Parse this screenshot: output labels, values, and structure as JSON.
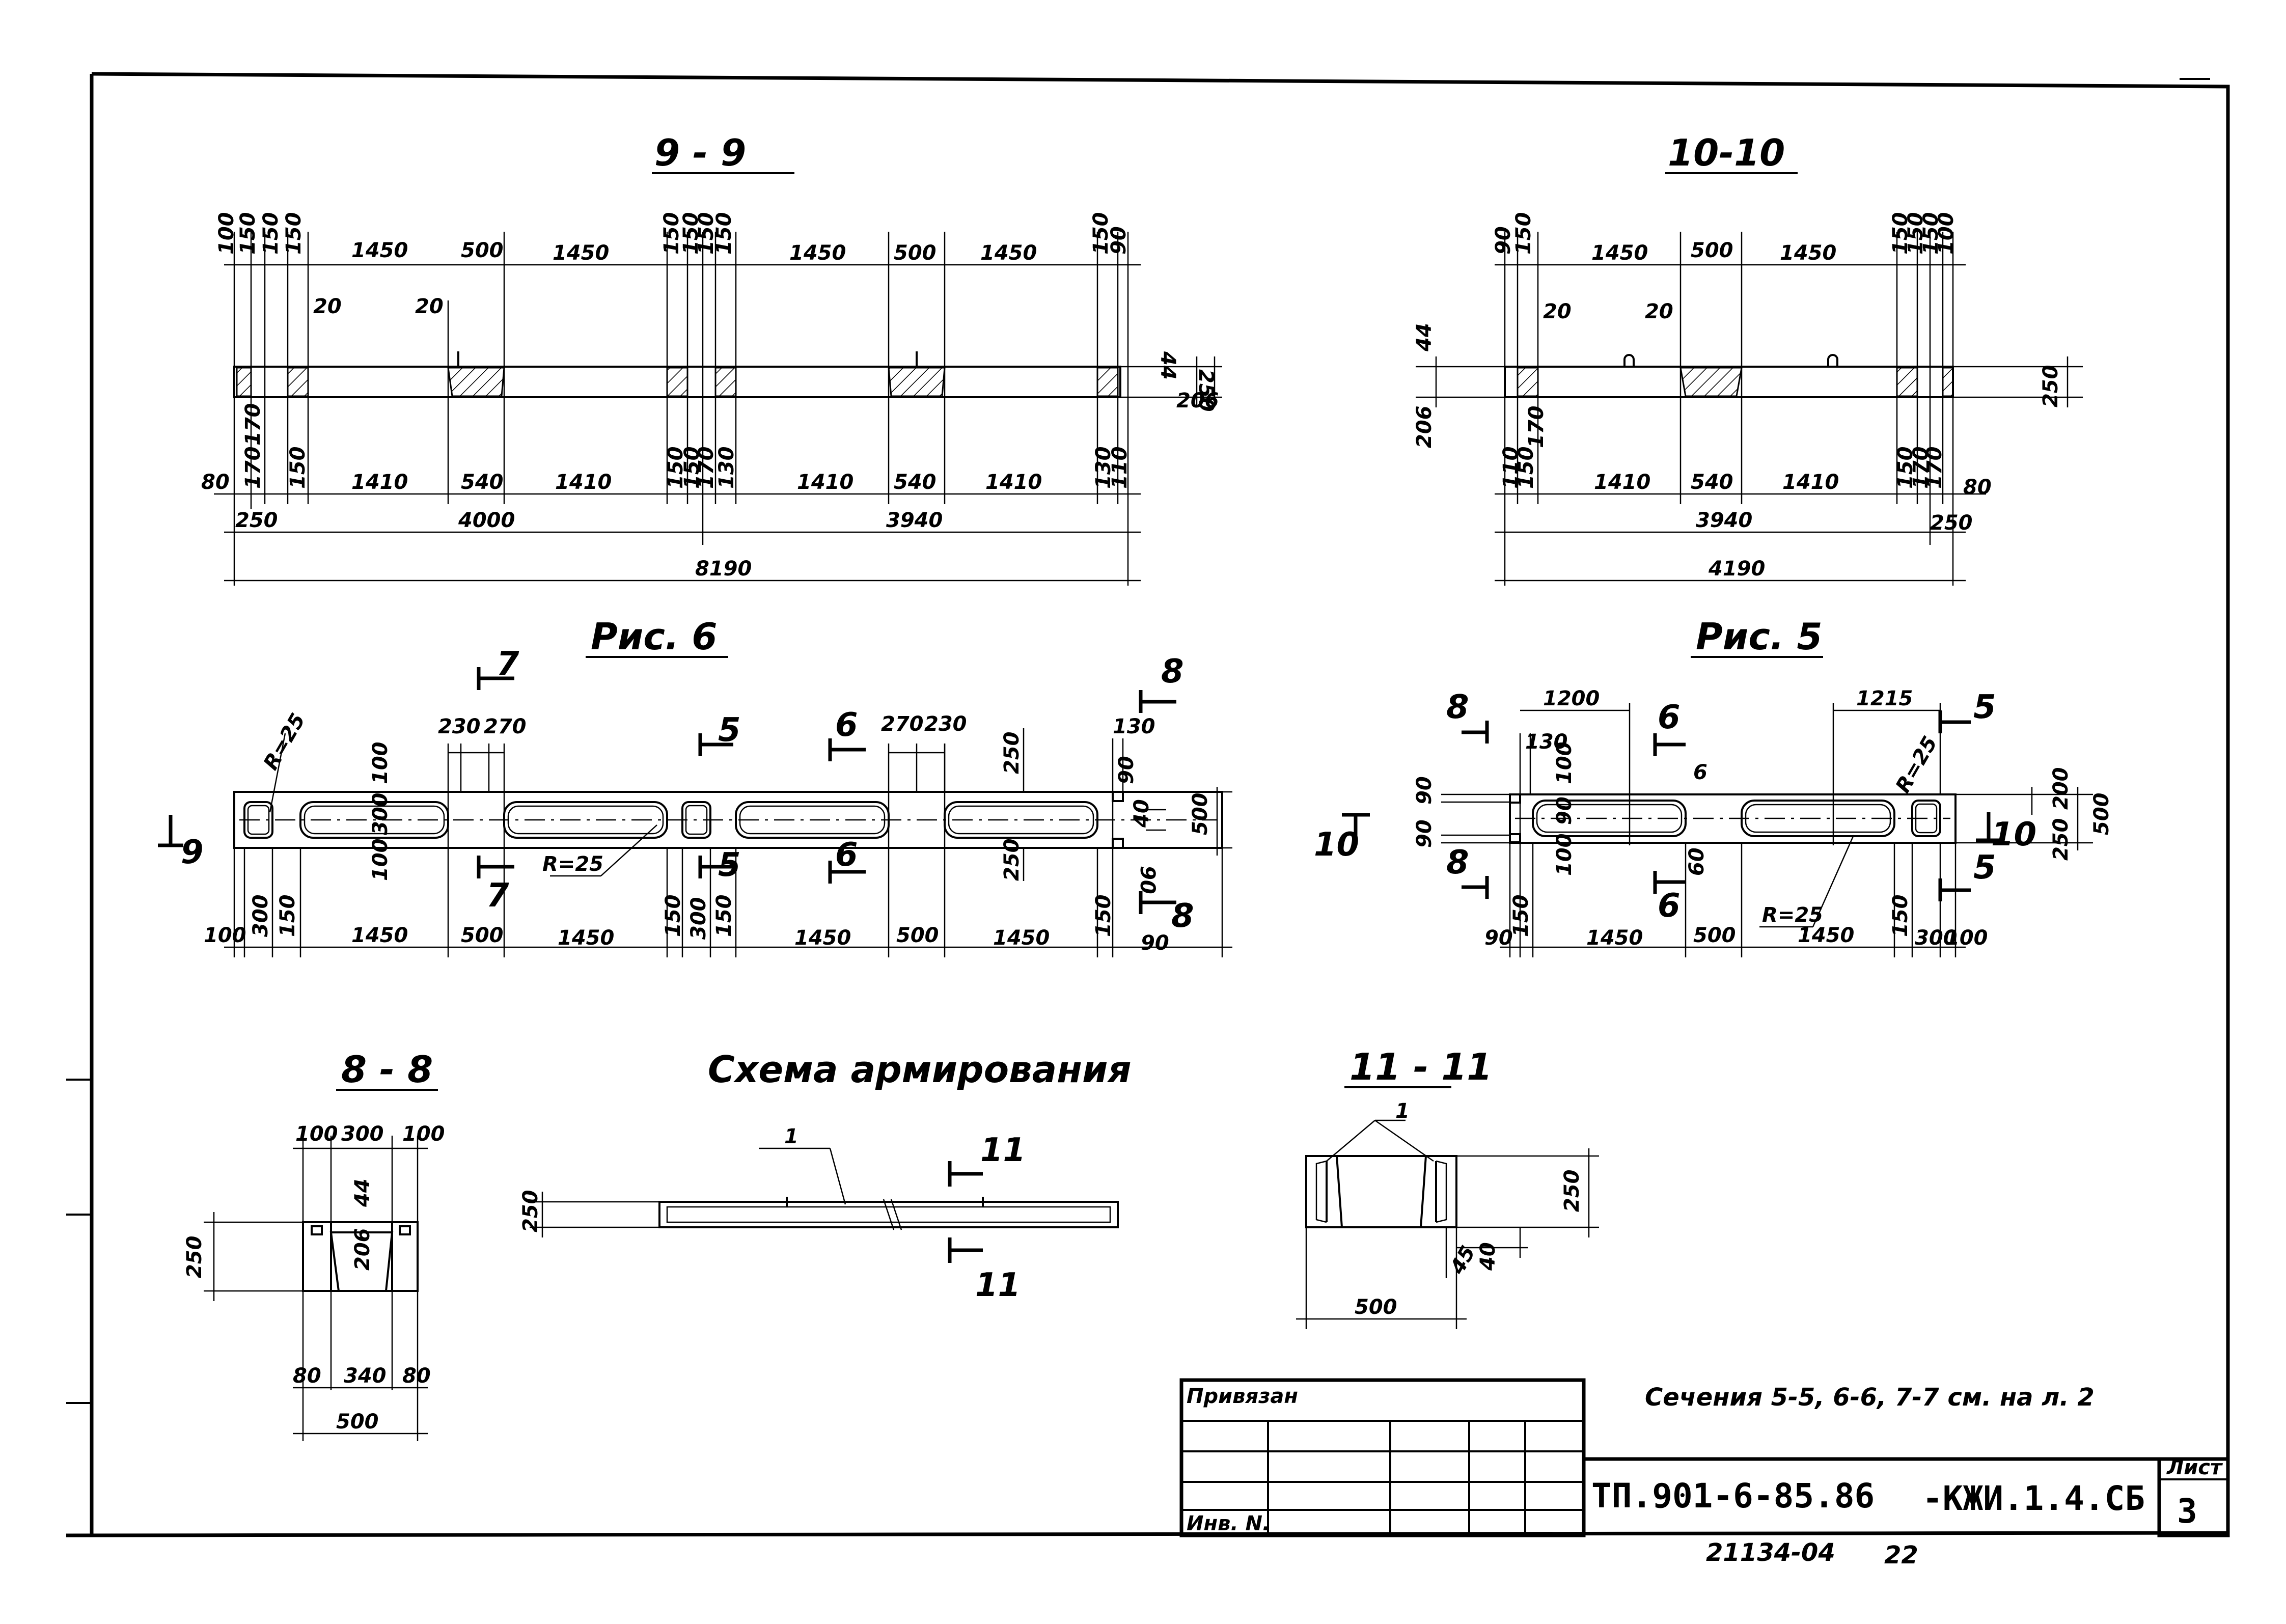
{
  "titles": {
    "s99": "9 - 9",
    "s1010": "10-10",
    "fig6": "Рис. 6",
    "fig5": "Рис. 5",
    "s88": "8 - 8",
    "scheme": "Схема армирования",
    "s1111": "11 - 11"
  },
  "sec99": {
    "top": [
      "100",
      "150",
      "150",
      "150",
      "1450",
      "500",
      "1450",
      "150",
      "150",
      "150",
      "150",
      "1450",
      "500",
      "1450",
      "150",
      "90"
    ],
    "gaps": [
      "20",
      "20"
    ],
    "right": [
      "44",
      "206",
      "250"
    ],
    "bottom": [
      "80",
      "170",
      "170",
      "150",
      "1410",
      "540",
      "1410",
      "150",
      "150",
      "170",
      "130",
      "1410",
      "540",
      "1410",
      "130",
      "110"
    ],
    "mid": [
      "250",
      "4000",
      "3940"
    ],
    "total": "8190"
  },
  "sec1010": {
    "top": [
      "90",
      "150",
      "1450",
      "500",
      "1450",
      "150",
      "150",
      "150",
      "100"
    ],
    "gaps": [
      "20",
      "20"
    ],
    "left": [
      "44",
      "206"
    ],
    "right": "250",
    "bottom": [
      "110",
      "150",
      "170",
      "1410",
      "540",
      "1410",
      "150",
      "170",
      "170",
      "80"
    ],
    "mid": [
      "3940",
      "250"
    ],
    "total": "4190"
  },
  "fig6": {
    "cuts": [
      "7",
      "5",
      "6",
      "8",
      "7",
      "5",
      "6",
      "8",
      "9"
    ],
    "top": [
      "230",
      "270",
      "270",
      "230",
      "250",
      "130",
      "100"
    ],
    "r": [
      "R=25",
      "R=25"
    ],
    "side": [
      "300",
      "100",
      "90",
      "40",
      "90",
      "500",
      "250"
    ],
    "bottom": [
      "100",
      "300",
      "150",
      "1450",
      "500",
      "1450",
      "150",
      "300",
      "150",
      "1450",
      "500",
      "1450",
      "150",
      "90"
    ]
  },
  "fig5": {
    "cuts": [
      "8",
      "6",
      "5",
      "8",
      "6",
      "5",
      "10",
      "10"
    ],
    "top": [
      "1200",
      "1215",
      "130",
      "100",
      "6"
    ],
    "r": [
      "R=25",
      "R=25"
    ],
    "side": [
      "90",
      "90",
      "90",
      "100",
      "60",
      "200",
      "250",
      "500"
    ],
    "bottom": [
      "90",
      "150",
      "1450",
      "500",
      "1450",
      "150",
      "300",
      "100"
    ]
  },
  "sec88": {
    "top": [
      "100",
      "300",
      "100"
    ],
    "mid": [
      "44",
      "206"
    ],
    "left": "250",
    "bottom": [
      "80",
      "340",
      "80"
    ],
    "total": "500"
  },
  "scheme": {
    "h": "250",
    "label": "1",
    "cut": [
      "11",
      "11"
    ]
  },
  "sec1111": {
    "label": "1",
    "h": "250",
    "d1": "45",
    "d2": "40",
    "w": "500"
  },
  "stamp": {
    "bound": "Привязан",
    "inv": "Инв. N.",
    "code": "ТП.901-6-85.86",
    "code2": "-КЖИ.1.4.СБ",
    "sheet_label": "Лист",
    "sheet": "3",
    "bottom": "21134-04",
    "page": "22",
    "note": "Сечения 5-5, 6-6, 7-7 см. на л. 2"
  }
}
